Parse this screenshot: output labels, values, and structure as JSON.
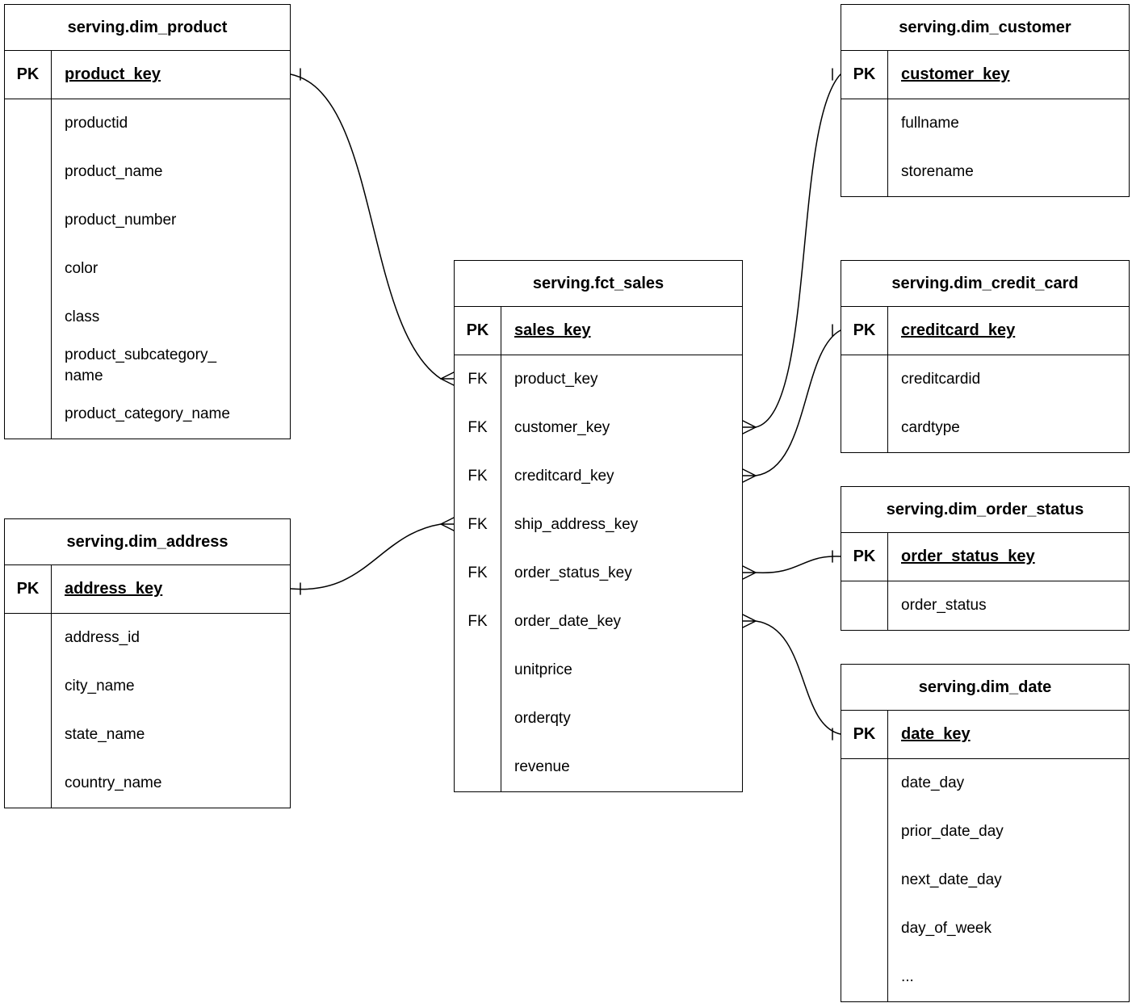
{
  "diagram": {
    "tables": [
      {
        "id": "dim-product",
        "title": "serving.dim_product",
        "rows": [
          {
            "key": "PK",
            "name": "product_key",
            "pk": true
          },
          {
            "key": "",
            "name": "productid"
          },
          {
            "key": "",
            "name": "product_name"
          },
          {
            "key": "",
            "name": "product_number"
          },
          {
            "key": "",
            "name": "color"
          },
          {
            "key": "",
            "name": "class"
          },
          {
            "key": "",
            "name": "product_subcategory_\nname"
          },
          {
            "key": "",
            "name": "product_category_name"
          }
        ]
      },
      {
        "id": "dim-customer",
        "title": "serving.dim_customer",
        "rows": [
          {
            "key": "PK",
            "name": "customer_key",
            "pk": true
          },
          {
            "key": "",
            "name": "fullname"
          },
          {
            "key": "",
            "name": "storename"
          }
        ]
      },
      {
        "id": "dim-credit-card",
        "title": "serving.dim_credit_card",
        "rows": [
          {
            "key": "PK",
            "name": "creditcard_key",
            "pk": true
          },
          {
            "key": "",
            "name": "creditcardid"
          },
          {
            "key": "",
            "name": "cardtype"
          }
        ]
      },
      {
        "id": "dim-order-status",
        "title": "serving.dim_order_status",
        "rows": [
          {
            "key": "PK",
            "name": "order_status_key",
            "pk": true
          },
          {
            "key": "",
            "name": "order_status"
          }
        ]
      },
      {
        "id": "dim-date",
        "title": "serving.dim_date",
        "rows": [
          {
            "key": "PK",
            "name": "date_key",
            "pk": true
          },
          {
            "key": "",
            "name": "date_day"
          },
          {
            "key": "",
            "name": "prior_date_day"
          },
          {
            "key": "",
            "name": "next_date_day"
          },
          {
            "key": "",
            "name": "day_of_week"
          },
          {
            "key": "",
            "name": "..."
          }
        ]
      },
      {
        "id": "dim-address",
        "title": "serving.dim_address",
        "rows": [
          {
            "key": "PK",
            "name": "address_key",
            "pk": true
          },
          {
            "key": "",
            "name": "address_id"
          },
          {
            "key": "",
            "name": "city_name"
          },
          {
            "key": "",
            "name": "state_name"
          },
          {
            "key": "",
            "name": "country_name"
          }
        ]
      },
      {
        "id": "fct-sales",
        "title": "serving.fct_sales",
        "rows": [
          {
            "key": "PK",
            "name": "sales_key",
            "pk": true
          },
          {
            "key": "FK",
            "name": "product_key"
          },
          {
            "key": "FK",
            "name": "customer_key"
          },
          {
            "key": "FK",
            "name": "creditcard_key"
          },
          {
            "key": "FK",
            "name": "ship_address_key"
          },
          {
            "key": "FK",
            "name": "order_status_key"
          },
          {
            "key": "FK",
            "name": "order_date_key"
          },
          {
            "key": "",
            "name": "unitprice"
          },
          {
            "key": "",
            "name": "orderqty"
          },
          {
            "key": "",
            "name": "revenue"
          }
        ]
      }
    ],
    "relationships": [
      {
        "from_table": "serving.fct_sales",
        "from_field": "product_key",
        "to_table": "serving.dim_product",
        "to_field": "product_key",
        "from_cardinality": "many",
        "to_cardinality": "one"
      },
      {
        "from_table": "serving.fct_sales",
        "from_field": "customer_key",
        "to_table": "serving.dim_customer",
        "to_field": "customer_key",
        "from_cardinality": "many",
        "to_cardinality": "one"
      },
      {
        "from_table": "serving.fct_sales",
        "from_field": "creditcard_key",
        "to_table": "serving.dim_credit_card",
        "to_field": "creditcard_key",
        "from_cardinality": "many",
        "to_cardinality": "one"
      },
      {
        "from_table": "serving.fct_sales",
        "from_field": "ship_address_key",
        "to_table": "serving.dim_address",
        "to_field": "address_key",
        "from_cardinality": "many",
        "to_cardinality": "one"
      },
      {
        "from_table": "serving.fct_sales",
        "from_field": "order_status_key",
        "to_table": "serving.dim_order_status",
        "to_field": "order_status_key",
        "from_cardinality": "many",
        "to_cardinality": "one"
      },
      {
        "from_table": "serving.fct_sales",
        "from_field": "order_date_key",
        "to_table": "serving.dim_date",
        "to_field": "date_key",
        "from_cardinality": "many",
        "to_cardinality": "one"
      }
    ]
  }
}
